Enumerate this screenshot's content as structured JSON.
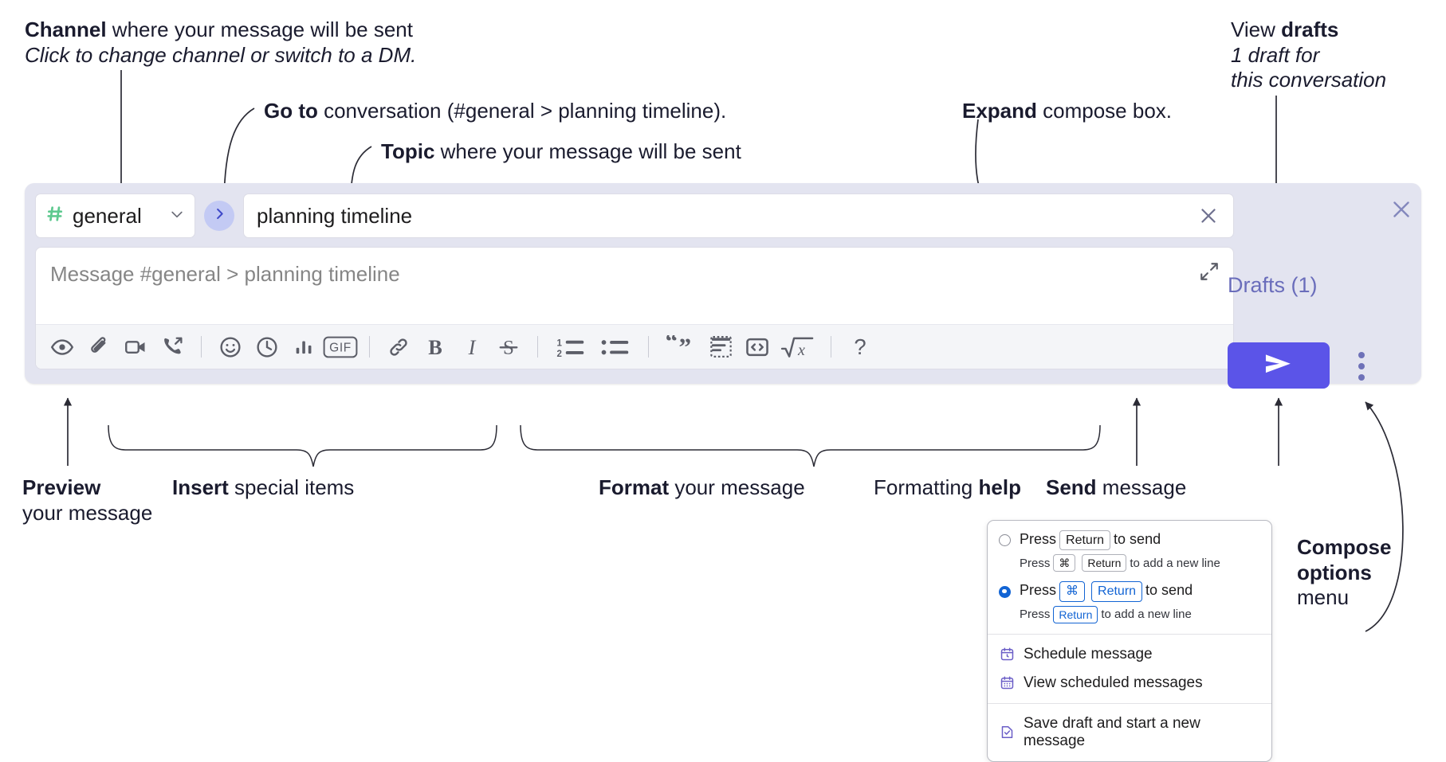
{
  "annotations": {
    "channel": {
      "bold": "Channel",
      "rest": " where your message will be sent",
      "italic": "Click to change channel or switch to a DM."
    },
    "goto": {
      "bold": "Go to",
      "rest": " conversation (#general > planning timeline)."
    },
    "topic": {
      "bold": "Topic",
      "rest": " where your message will be sent"
    },
    "expand": {
      "bold": "Expand",
      "rest": " compose box."
    },
    "drafts": {
      "line1a": "View ",
      "line1b": "drafts",
      "line2": "1 draft for",
      "line3": "this conversation"
    },
    "preview": {
      "bold": "Preview",
      "rest": "your message"
    },
    "insert": {
      "bold": "Insert",
      "rest": " special items"
    },
    "format": {
      "bold": "Format",
      "rest": " your message"
    },
    "help": {
      "rest": "Formatting ",
      "bold": "help"
    },
    "send": {
      "bold": "Send",
      "rest": " message"
    },
    "compose_options": {
      "line1": "Compose",
      "line2": "options",
      "line3": "menu"
    }
  },
  "compose": {
    "channel": {
      "name": "general",
      "hash_icon": "hash-icon",
      "chevron_icon": "chevron-down-icon"
    },
    "goto_icon": "chevron-right-icon",
    "topic": {
      "value": "planning timeline",
      "clear_icon": "close-icon"
    },
    "message": {
      "placeholder": "Message #general > planning timeline",
      "expand_icon": "expand-icon"
    },
    "drafts_label": "Drafts (1)",
    "send_icon": "send-paper-plane-icon",
    "kebab_icon": "more-options-icon",
    "close_icon": "close-icon",
    "toolbar": [
      {
        "name": "preview-button",
        "icon": "eye-icon"
      },
      {
        "name": "attach-file-button",
        "icon": "paperclip-icon"
      },
      {
        "name": "record-video-button",
        "icon": "video-camera-icon"
      },
      {
        "name": "record-audio-button",
        "icon": "phone-arrow-icon"
      },
      {
        "name": "separator-1",
        "icon": "separator"
      },
      {
        "name": "emoji-button",
        "icon": "smiley-icon"
      },
      {
        "name": "schedule-button",
        "icon": "clock-icon"
      },
      {
        "name": "poll-button",
        "icon": "bar-chart-icon"
      },
      {
        "name": "gif-button",
        "icon": "gif-icon",
        "label": "GIF"
      },
      {
        "name": "separator-2",
        "icon": "separator"
      },
      {
        "name": "link-button",
        "icon": "link-icon"
      },
      {
        "name": "bold-button",
        "icon": "bold-icon",
        "label": "B"
      },
      {
        "name": "italic-button",
        "icon": "italic-icon",
        "label": "I"
      },
      {
        "name": "strikethrough-button",
        "icon": "strikethrough-icon",
        "label": "S"
      },
      {
        "name": "separator-3",
        "icon": "separator"
      },
      {
        "name": "ordered-list-button",
        "icon": "ordered-list-icon"
      },
      {
        "name": "bulleted-list-button",
        "icon": "bulleted-list-icon"
      },
      {
        "name": "separator-4",
        "icon": "separator"
      },
      {
        "name": "blockquote-button",
        "icon": "quote-icon"
      },
      {
        "name": "code-block-button",
        "icon": "code-block-icon"
      },
      {
        "name": "inline-code-button",
        "icon": "code-brackets-icon"
      },
      {
        "name": "math-button",
        "icon": "square-root-x-icon"
      },
      {
        "name": "separator-5",
        "icon": "separator"
      },
      {
        "name": "formatting-help-button",
        "icon": "question-mark-icon",
        "label": "?"
      }
    ]
  },
  "menu": {
    "option1": {
      "selected": false,
      "main_pre": "Press",
      "main_key": "Return",
      "main_post": "to send",
      "sub_pre": "Press",
      "sub_key1": "⌘",
      "sub_key2": "Return",
      "sub_post": "to add a new line"
    },
    "option2": {
      "selected": true,
      "main_pre": "Press",
      "main_key1": "⌘",
      "main_key2": "Return",
      "main_post": "to send",
      "sub_pre": "Press",
      "sub_key": "Return",
      "sub_post": "to add a new line"
    },
    "items": [
      {
        "label": "Schedule message",
        "icon": "calendar-clock-icon"
      },
      {
        "label": "View scheduled messages",
        "icon": "calendar-grid-icon"
      },
      {
        "label": "Save draft and start a new message",
        "icon": "save-draft-icon"
      }
    ]
  },
  "colors": {
    "panel_bg": "#e3e4f0",
    "send_button": "#5b54e8",
    "goto_button": "#c3caf4",
    "drafts_text": "#6a6dbb",
    "hash_green": "#5ec98f",
    "menu_blue": "#1264d4",
    "menu_icon_purple": "#6b5ec7"
  }
}
